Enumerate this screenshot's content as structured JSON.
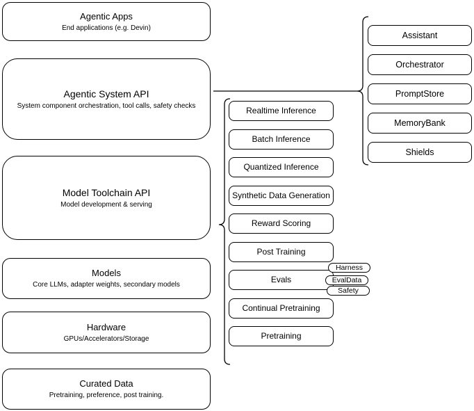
{
  "colors": {
    "stroke": "#000000",
    "background": "#ffffff",
    "text": "#000000"
  },
  "left_stack": [
    {
      "title": "Agentic Apps",
      "subtitle": "End applications (e.g. Devin)"
    },
    {
      "title": "Agentic System API",
      "subtitle": "System component orchestration, tool calls, safety checks"
    },
    {
      "title": "Model Toolchain API",
      "subtitle": "Model development & serving"
    },
    {
      "title": "Models",
      "subtitle": "Core LLMs, adapter weights, secondary models"
    },
    {
      "title": "Hardware",
      "subtitle": "GPUs/Accelerators/Storage"
    },
    {
      "title": "Curated Data",
      "subtitle": "Pretraining, preference, post training."
    }
  ],
  "toolchain_services": [
    {
      "label": "Realtime Inference"
    },
    {
      "label": "Batch Inference"
    },
    {
      "label": "Quantized Inference"
    },
    {
      "label": "Synthetic Data Generation"
    },
    {
      "label": "Reward Scoring"
    },
    {
      "label": "Post Training"
    },
    {
      "label": "Evals"
    },
    {
      "label": "Continual Pretraining"
    },
    {
      "label": "Pretraining"
    }
  ],
  "agentic_services": [
    {
      "label": "Assistant"
    },
    {
      "label": "Orchestrator"
    },
    {
      "label": "PromptStore"
    },
    {
      "label": "MemoryBank"
    },
    {
      "label": "Shields"
    }
  ],
  "eval_tags": [
    {
      "label": "Harness"
    },
    {
      "label": "EvalData"
    },
    {
      "label": "Safety"
    }
  ]
}
